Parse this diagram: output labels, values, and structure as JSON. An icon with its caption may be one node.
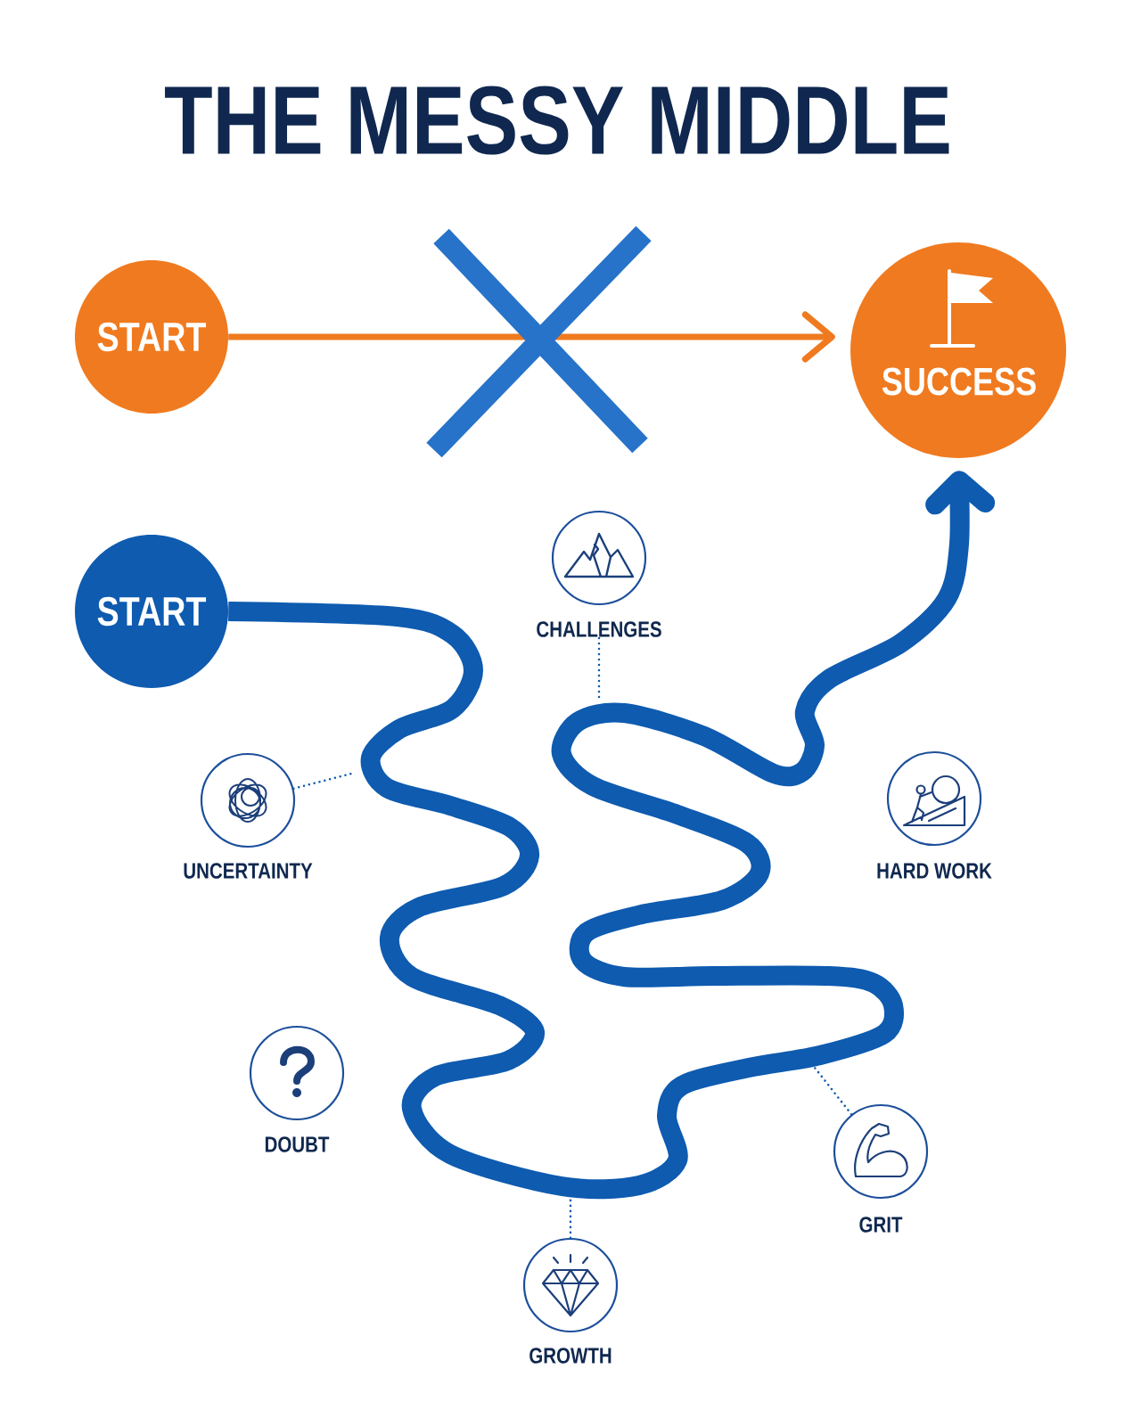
{
  "diagram": {
    "title": "THE MESSY MIDDLE",
    "nodes": [
      {
        "text": [
          "START"
        ]
      },
      {
        "text": [
          "SUCCESS"
        ]
      },
      {
        "text": [
          "START"
        ]
      },
      {
        "text": [
          "CHALLENGES"
        ]
      },
      {
        "text": [
          "UNCERTAINTY"
        ]
      },
      {
        "text": [
          "HARD WORK"
        ]
      },
      {
        "text": [
          "DOUBT"
        ]
      },
      {
        "text": [
          "GRIT"
        ]
      },
      {
        "text": [
          "GROWTH"
        ]
      }
    ],
    "edges": [
      {
        "from": 0,
        "to": 1,
        "arrow": "to",
        "style": "thick",
        "color": "#f07a1f"
      },
      {
        "from": 2,
        "to": 1,
        "arrow": "to",
        "style": "thick"
      },
      {
        "from": 3,
        "to": null,
        "arrow": "none",
        "style": "dashed"
      },
      {
        "from": 4,
        "to": null,
        "arrow": "none",
        "style": "dashed"
      },
      {
        "from": 7,
        "to": null,
        "arrow": "none",
        "style": "dashed"
      },
      {
        "from": 8,
        "to": null,
        "arrow": "none",
        "style": "dashed"
      }
    ]
  }
}
